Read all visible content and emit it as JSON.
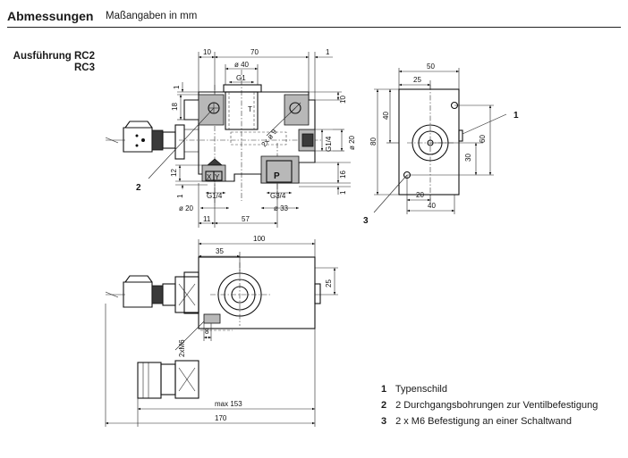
{
  "header": {
    "title": "Abmessungen",
    "subtitle": "Maßangaben in mm"
  },
  "variant": {
    "line1": "Ausführung RC2",
    "line2": "RC3"
  },
  "legend": [
    {
      "num": "1",
      "text": "Typenschild"
    },
    {
      "num": "2",
      "text": "2 Durchgangsbohrungen zur Ventilbefestigung"
    },
    {
      "num": "3",
      "text": "2 x M6 Befestigung an einer Schaltwand"
    }
  ],
  "front_view": {
    "dim_top_left": "10",
    "dim_top_width": "70",
    "dim_top_right": "1",
    "dim_bore_dia": "ø 40",
    "port_top": "G1",
    "port_T": "T",
    "dim_left_1": "1",
    "dim_left_18": "18",
    "dim_right_10": "10",
    "dim_holes": "2x ø 9",
    "port_side": "G1/4",
    "dim_side_dia": "ø 20",
    "port_P": "P",
    "port_X": "X",
    "port_Y": "Y",
    "port_bottom_left": "G1/4",
    "port_bottom_mid": "G3/4",
    "dim_left_12": "12",
    "dim_left_1b": "1",
    "dim_right_16": "16",
    "dim_right_1": "1",
    "dim_bottom_dia20": "ø 20",
    "dim_bottom_dia33": "ø 33",
    "dim_bottom_11": "11",
    "dim_bottom_57": "57",
    "callout_2": "2"
  },
  "side_view": {
    "dim_top_50": "50",
    "dim_top_25": "25",
    "dim_left_40": "40",
    "dim_left_80": "80",
    "dim_right_60": "60",
    "dim_right_30": "30",
    "dim_bottom_20": "20",
    "dim_bottom_40": "40",
    "callout_1": "1",
    "callout_3": "3"
  },
  "top_view": {
    "dim_100": "100",
    "dim_35": "35",
    "dim_25": "25",
    "dim_8": "8",
    "dim_m6": "2xM6",
    "dim_max153": "max 153",
    "dim_170": "170"
  }
}
